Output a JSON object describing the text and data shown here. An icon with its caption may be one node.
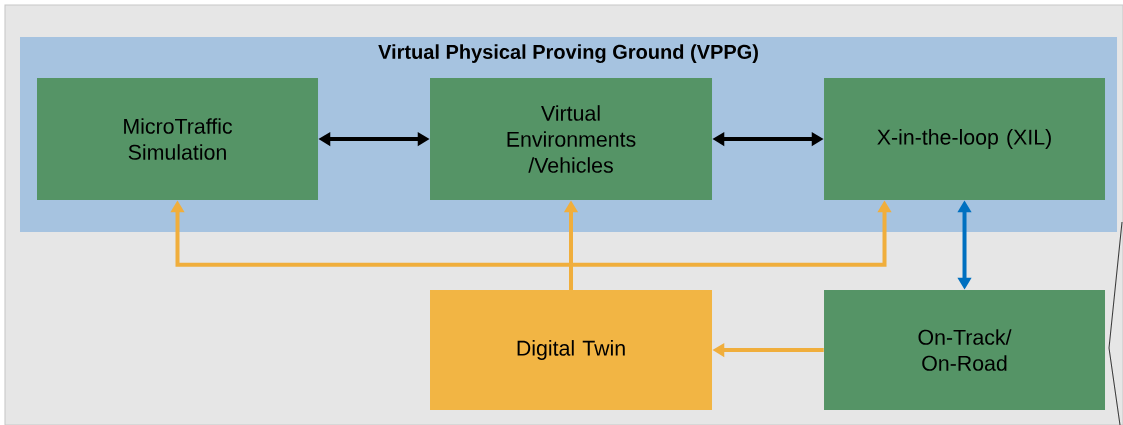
{
  "diagram": {
    "nodes": [
      {
        "text": [
          "Virtual Physical Proving Ground (VPPG)"
        ]
      },
      {
        "text": [
          "MicroTraffic Simulation"
        ],
        "in": 0
      },
      {
        "text": [
          "Virtual Environments /Vehicles"
        ],
        "in": 0
      },
      {
        "text": [
          "X-in-the-loop (XIL)"
        ],
        "in": 0
      },
      {
        "text": [
          "Digital Twin"
        ]
      },
      {
        "text": [
          "On-Track/ On-Road"
        ]
      }
    ],
    "edges": [
      {
        "from": 1,
        "to": 2,
        "arrow": "both",
        "color": "#000000"
      },
      {
        "from": 2,
        "to": 3,
        "arrow": "both",
        "color": "#000000"
      },
      {
        "from": 3,
        "to": 5,
        "arrow": "both",
        "color": "#0070c0"
      },
      {
        "from": 4,
        "to": 1,
        "arrow": "to"
      },
      {
        "from": 4,
        "to": 2,
        "arrow": "to"
      },
      {
        "from": 4,
        "to": 3,
        "arrow": "to"
      },
      {
        "from": 5,
        "to": 4,
        "arrow": "to"
      }
    ]
  }
}
